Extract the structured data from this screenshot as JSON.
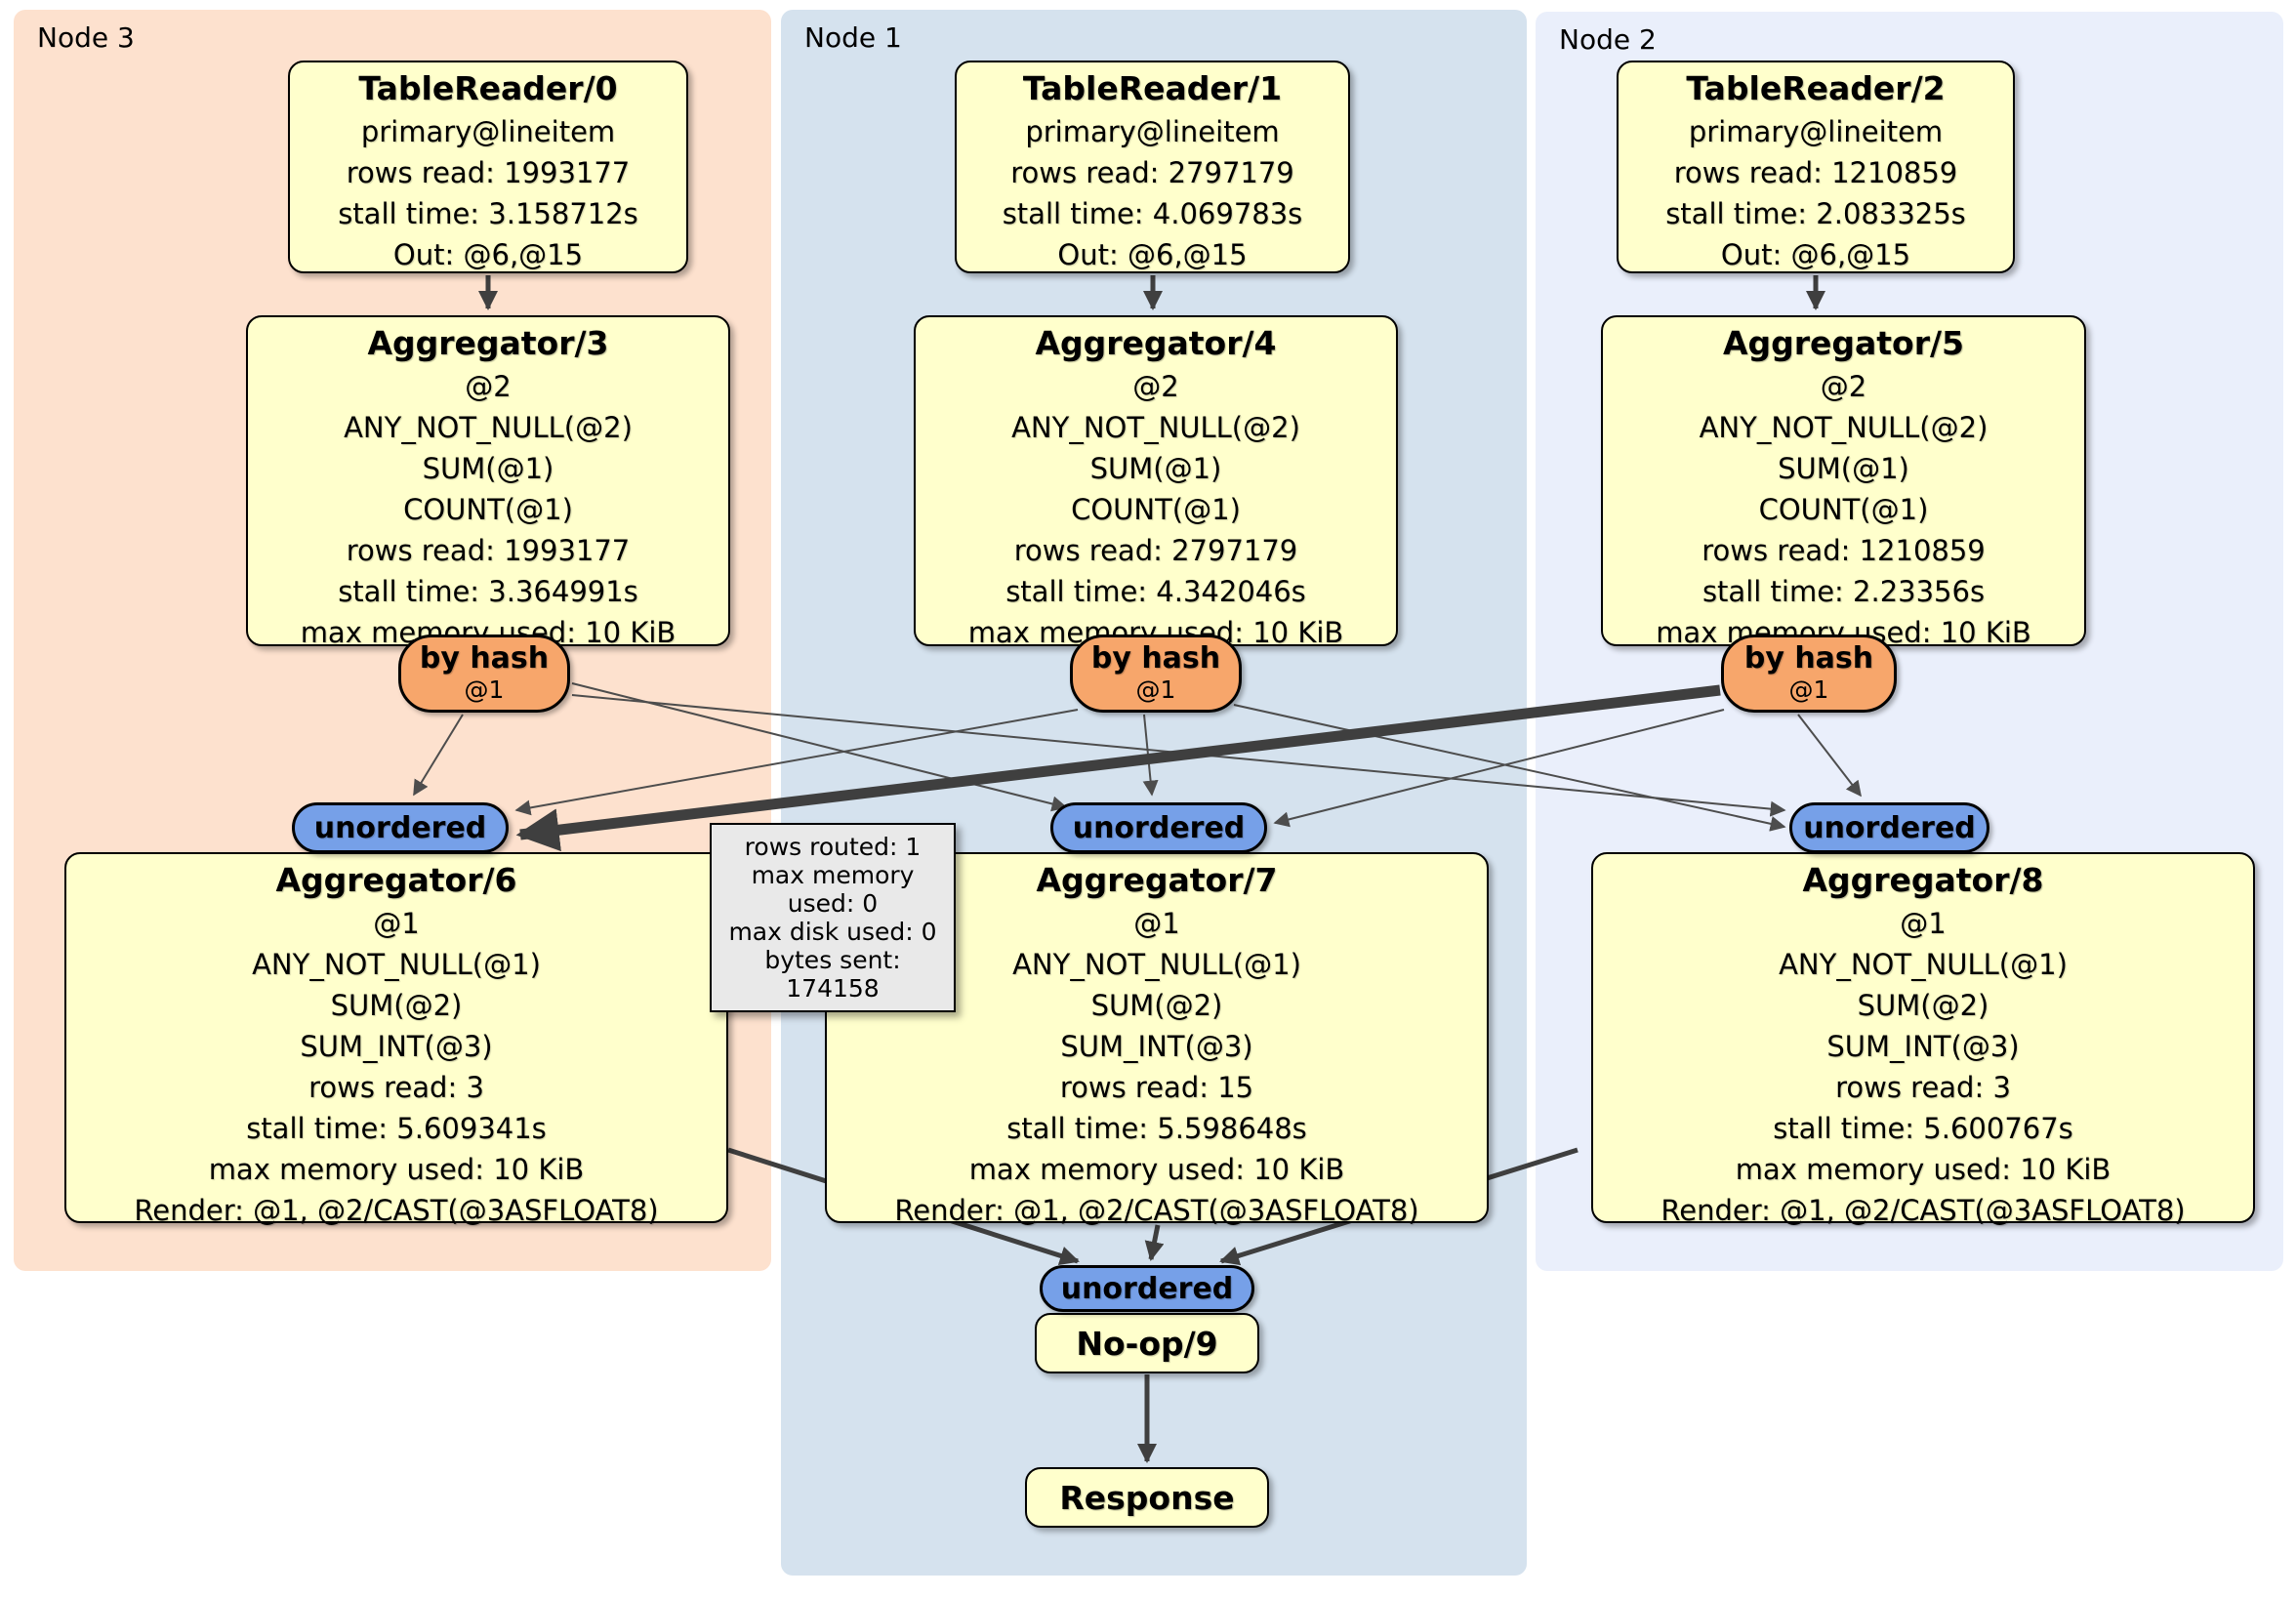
{
  "colors": {
    "node3_bg": "#fde1ce",
    "node1_bg": "#d5e2ee",
    "node2_bg": "#eaeffb",
    "box_fill": "#ffffcc",
    "router_fill": "#f7a66b",
    "sync_fill": "#76a0e8",
    "edge": "#3f3f3f",
    "tooltip_bg": "#e9e9e9"
  },
  "regions": {
    "node3": {
      "label": "Node 3"
    },
    "node1": {
      "label": "Node 1"
    },
    "node2": {
      "label": "Node 2"
    }
  },
  "nodes": {
    "tr0": {
      "title": "TableReader/0",
      "lines": [
        "primary@lineitem",
        "rows read: 1993177",
        "stall time: 3.158712s",
        "Out: @6,@15"
      ]
    },
    "tr1": {
      "title": "TableReader/1",
      "lines": [
        "primary@lineitem",
        "rows read: 2797179",
        "stall time: 4.069783s",
        "Out: @6,@15"
      ]
    },
    "tr2": {
      "title": "TableReader/2",
      "lines": [
        "primary@lineitem",
        "rows read: 1210859",
        "stall time: 2.083325s",
        "Out: @6,@15"
      ]
    },
    "agg3": {
      "title": "Aggregator/3",
      "lines": [
        "@2",
        "ANY_NOT_NULL(@2)",
        "SUM(@1)",
        "COUNT(@1)",
        "rows read: 1993177",
        "stall time: 3.364991s",
        "max memory used: 10 KiB"
      ]
    },
    "agg4": {
      "title": "Aggregator/4",
      "lines": [
        "@2",
        "ANY_NOT_NULL(@2)",
        "SUM(@1)",
        "COUNT(@1)",
        "rows read: 2797179",
        "stall time: 4.342046s",
        "max memory used: 10 KiB"
      ]
    },
    "agg5": {
      "title": "Aggregator/5",
      "lines": [
        "@2",
        "ANY_NOT_NULL(@2)",
        "SUM(@1)",
        "COUNT(@1)",
        "rows read: 1210859",
        "stall time: 2.23356s",
        "max memory used: 10 KiB"
      ]
    },
    "agg6": {
      "title": "Aggregator/6",
      "lines": [
        "@1",
        "ANY_NOT_NULL(@1)",
        "SUM(@2)",
        "SUM_INT(@3)",
        "rows read: 3",
        "stall time: 5.609341s",
        "max memory used: 10 KiB",
        "Render: @1, @2/CAST(@3ASFLOAT8)"
      ]
    },
    "agg7": {
      "title": "Aggregator/7",
      "lines": [
        "@1",
        "ANY_NOT_NULL(@1)",
        "SUM(@2)",
        "SUM_INT(@3)",
        "rows read: 15",
        "stall time: 5.598648s",
        "max memory used: 10 KiB",
        "Render: @1, @2/CAST(@3ASFLOAT8)"
      ]
    },
    "agg8": {
      "title": "Aggregator/8",
      "lines": [
        "@1",
        "ANY_NOT_NULL(@1)",
        "SUM(@2)",
        "SUM_INT(@3)",
        "rows read: 3",
        "stall time: 5.600767s",
        "max memory used: 10 KiB",
        "Render: @1, @2/CAST(@3ASFLOAT8)"
      ]
    },
    "noop": {
      "title": "No-op/9"
    },
    "response": {
      "title": "Response"
    }
  },
  "router": {
    "label": "by hash",
    "tag": "@1"
  },
  "sync_label": "unordered",
  "tooltip": {
    "lines": [
      "rows routed: 1",
      "max memory used: 0",
      "max disk used: 0",
      "bytes sent: 174158"
    ]
  }
}
